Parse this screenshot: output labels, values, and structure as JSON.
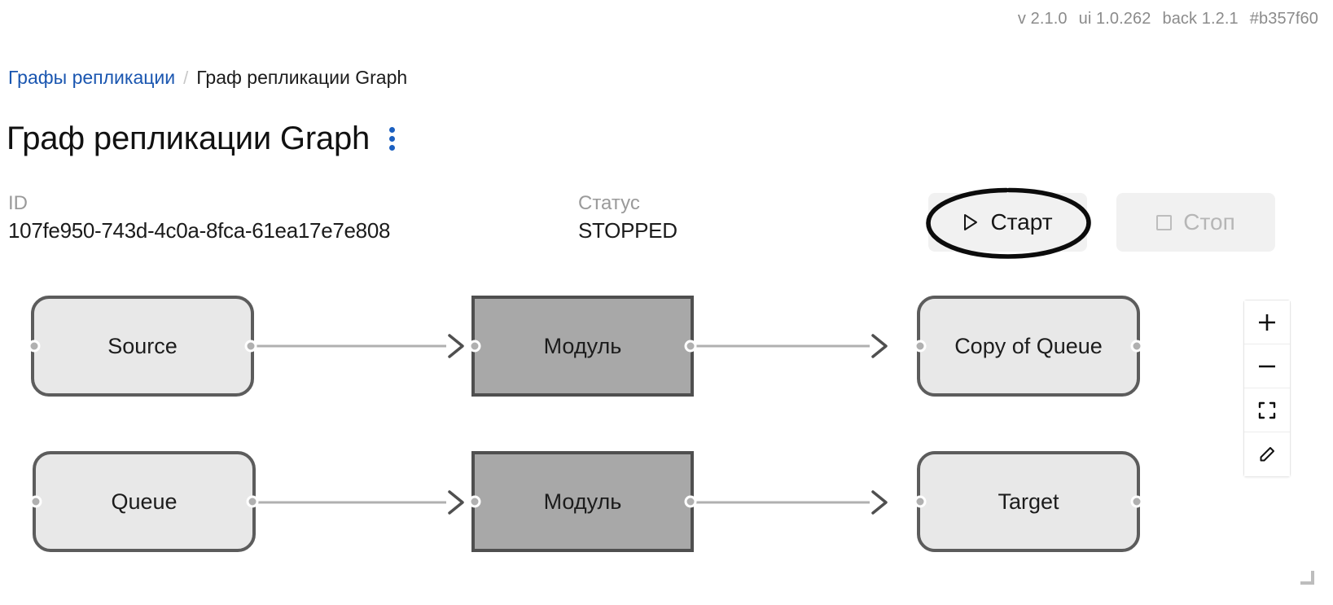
{
  "version_bar": {
    "app_version": "v 2.1.0",
    "ui_version": "ui 1.0.262",
    "back_version": "back 1.2.1",
    "commit": "#b357f60"
  },
  "breadcrumb": {
    "parent": "Графы репликации",
    "separator": "/",
    "current": "Граф репликации Graph"
  },
  "header": {
    "title": "Граф репликации Graph",
    "menu_icon": "kebab-menu-icon"
  },
  "meta": {
    "id_label": "ID",
    "id_value": "107fe950-743d-4c0a-8fca-61ea17e7e808",
    "status_label": "Статус",
    "status_value": "STOPPED"
  },
  "actions": {
    "start_label": "Старт",
    "start_icon": "play-icon",
    "start_enabled": true,
    "stop_label": "Стоп",
    "stop_icon": "stop-square-icon",
    "stop_enabled": false,
    "annotation": "ellipse-highlight-around-start"
  },
  "graph": {
    "nodes": [
      {
        "id": "source",
        "label": "Source",
        "shape": "rounded",
        "row": 1,
        "col": 1
      },
      {
        "id": "module-top",
        "label": "Модуль",
        "shape": "rect",
        "row": 1,
        "col": 2
      },
      {
        "id": "copy-of-queue",
        "label": "Copy of Queue",
        "shape": "rounded",
        "row": 1,
        "col": 3
      },
      {
        "id": "queue",
        "label": "Queue",
        "shape": "rounded",
        "row": 2,
        "col": 1
      },
      {
        "id": "module-bottom",
        "label": "Модуль",
        "shape": "rect",
        "row": 2,
        "col": 2
      },
      {
        "id": "target",
        "label": "Target",
        "shape": "rounded",
        "row": 2,
        "col": 3
      }
    ],
    "edges": [
      {
        "from": "source",
        "to": "module-top"
      },
      {
        "from": "module-top",
        "to": "copy-of-queue"
      },
      {
        "from": "queue",
        "to": "module-bottom"
      },
      {
        "from": "module-bottom",
        "to": "target"
      }
    ]
  },
  "controls": {
    "zoom_in": "plus-icon",
    "zoom_out": "minus-icon",
    "fit_view": "fit-view-icon",
    "edit": "pencil-icon",
    "resize": "resize-corner-icon"
  },
  "colors": {
    "link": "#1A56B0",
    "accent": "#1B5FC0",
    "node_fill": "#e8e8e8",
    "node_border": "#5c5c5c",
    "module_fill": "#a8a8a8",
    "module_border": "#4f4f4f",
    "muted_text": "#9a9a9a",
    "edge": "#b0b0b0"
  }
}
